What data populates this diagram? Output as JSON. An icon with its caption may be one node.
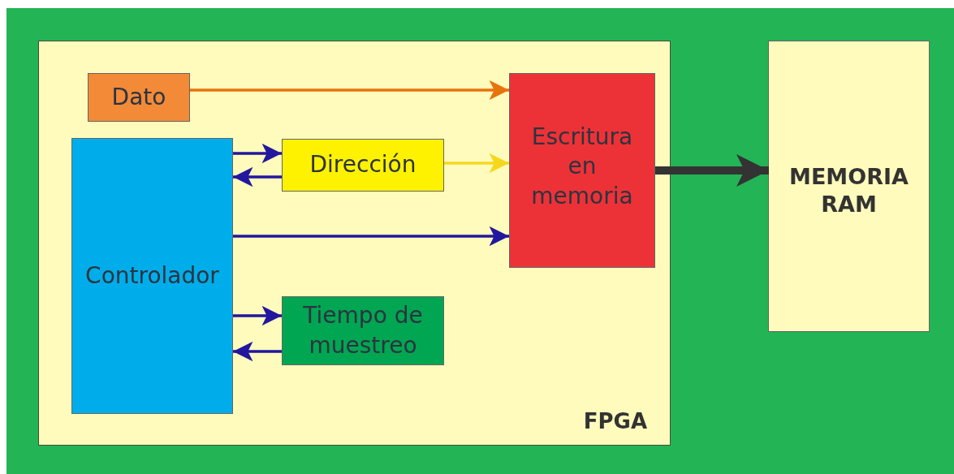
{
  "diagram": {
    "nodes": [
      {
        "text": [],
        "shape": "box"
      },
      {
        "text": [
          "FPGA"
        ],
        "in": 0
      },
      {
        "text": [
          "Dato"
        ],
        "in": 1
      },
      {
        "text": [
          "Controlador"
        ],
        "in": 1
      },
      {
        "text": [
          "Dirección"
        ],
        "in": 1
      },
      {
        "text": [
          "Escritura en memoria"
        ],
        "in": 1
      },
      {
        "text": [
          "Tiempo de muestreo"
        ],
        "in": 1
      },
      {
        "text": [
          "MEMORIA RAM"
        ],
        "in": 0
      }
    ],
    "edges": [
      {
        "from": 2,
        "to": 5,
        "arrow": "to",
        "color": "#e8730c"
      },
      {
        "from": 3,
        "to": 4,
        "arrow": "to"
      },
      {
        "from": 4,
        "to": 3,
        "arrow": "to"
      },
      {
        "from": 4,
        "to": 5,
        "arrow": "to",
        "color": "#f5d81e"
      },
      {
        "from": 3,
        "to": 5,
        "arrow": "to"
      },
      {
        "from": 3,
        "to": 6,
        "arrow": "to"
      },
      {
        "from": 6,
        "to": 3,
        "arrow": "to"
      },
      {
        "from": 5,
        "to": 7,
        "arrow": "to",
        "style": "thick",
        "color": "#333333"
      }
    ]
  }
}
